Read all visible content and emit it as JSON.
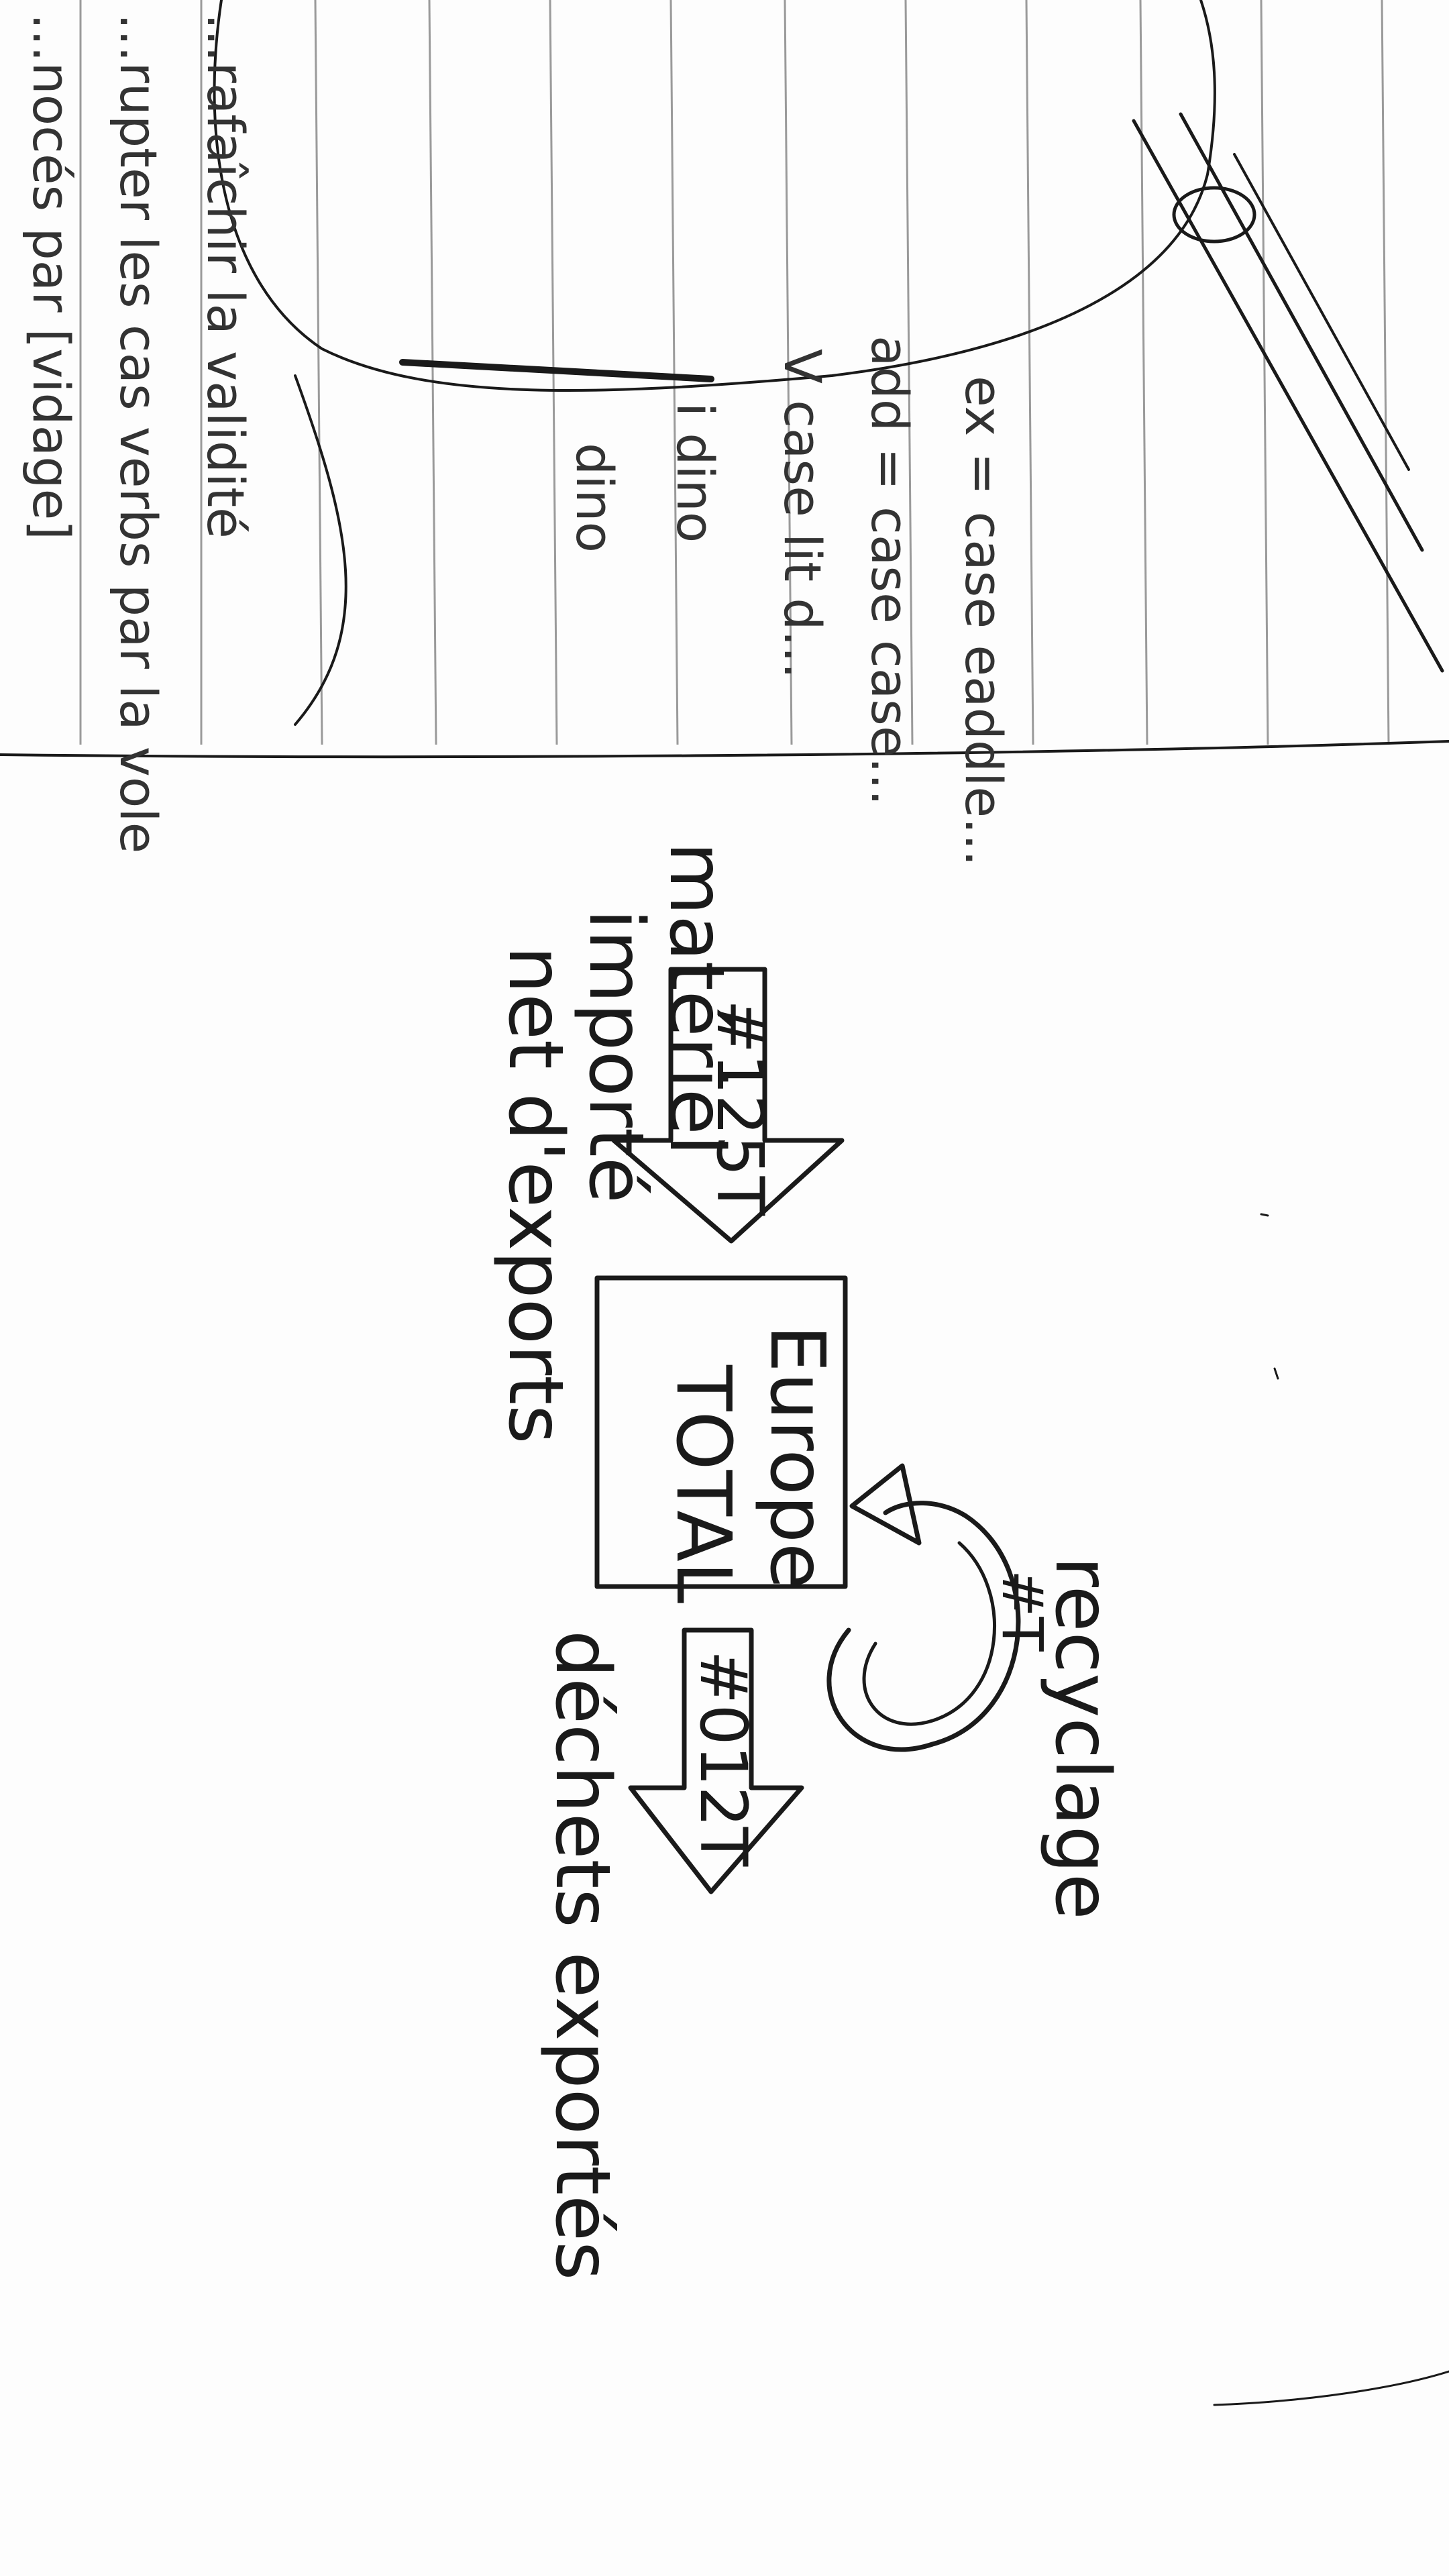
{
  "diagram": {
    "node": {
      "line1": "Europe",
      "line2": "TOTAL"
    },
    "import_flow": {
      "value": "#125T",
      "label_lines": [
        "matériel",
        "importé",
        "net d'exports"
      ]
    },
    "export_flow": {
      "value": "#012T",
      "label": "déchets exportés"
    },
    "recycle_flow": {
      "value": "#T",
      "label": "recyclage"
    }
  },
  "notes": {
    "top_left_lines": [
      "...nocés par [vidage]",
      "...rupter les cas verbs par la vole",
      "...rafaîchir la validité"
    ],
    "top_right_lines": [
      "ex = case  eaddle...",
      "add = case  case...",
      "V case  lit  d...",
      "i dino",
      "dino"
    ]
  },
  "colors": {
    "ink": "#1a1a1a",
    "paper": "#fdfdfd"
  }
}
